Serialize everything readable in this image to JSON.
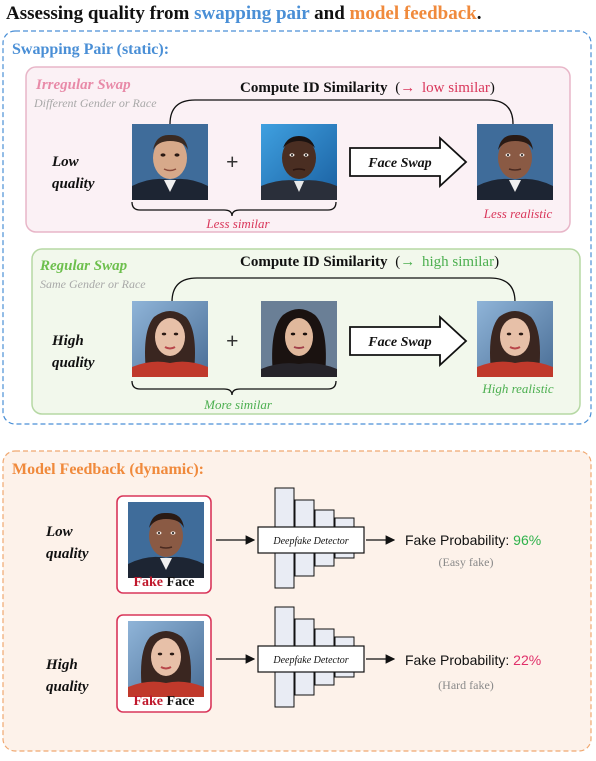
{
  "title": {
    "prefix": "Assessing quality from ",
    "highlight1": "swapping pair",
    "middle": " and ",
    "highlight2": "model feedback",
    "suffix": ".",
    "color1": "#4a8fd6",
    "color2": "#f08a3c"
  },
  "swapping_pair": {
    "heading": "Swapping Pair (static):",
    "color": "#4a8fd6",
    "irregular": {
      "label": "Irregular Swap",
      "sublabel": "Different Gender or Race",
      "quality_line1": "Low",
      "quality_line2": "quality",
      "compute_label": "Compute ID Similarity",
      "paren_open": "(",
      "arrow": "→",
      "result": "low similar",
      "paren_close": ")",
      "similar_label": "Less similar",
      "output_label": "Less realistic",
      "plus": "+",
      "swap_label": "Face Swap",
      "accent": "#d9365a",
      "label_color": "#e88aa8"
    },
    "regular": {
      "label": "Regular Swap",
      "sublabel": "Same Gender or Race",
      "quality_line1": "High",
      "quality_line2": "quality",
      "compute_label": "Compute ID Similarity",
      "paren_open": "(",
      "arrow": "→",
      "result": "high similar",
      "paren_close": ")",
      "similar_label": "More similar",
      "output_label": "High realistic",
      "plus": "+",
      "swap_label": "Face Swap",
      "accent": "#4caf50",
      "label_color": "#6dbf4d"
    }
  },
  "model_feedback": {
    "heading": "Model Feedback (dynamic):",
    "color": "#f08a3c",
    "rows": [
      {
        "quality_line1": "Low",
        "quality_line2": "quality",
        "fake_word": "Fake",
        "face_word": " Face",
        "detector_label": "Deepfake Detector",
        "prob_label": "Fake Probability: ",
        "prob_value": "96%",
        "prob_color": "#2fb24b",
        "difficulty": "(Easy fake)"
      },
      {
        "quality_line1": "High",
        "quality_line2": "quality",
        "fake_word": "Fake",
        "face_word": " Face",
        "detector_label": "Deepfake Detector",
        "prob_label": "Fake Probability: ",
        "prob_value": "22%",
        "prob_color": "#e0306a",
        "difficulty": "(Hard fake)"
      }
    ]
  }
}
